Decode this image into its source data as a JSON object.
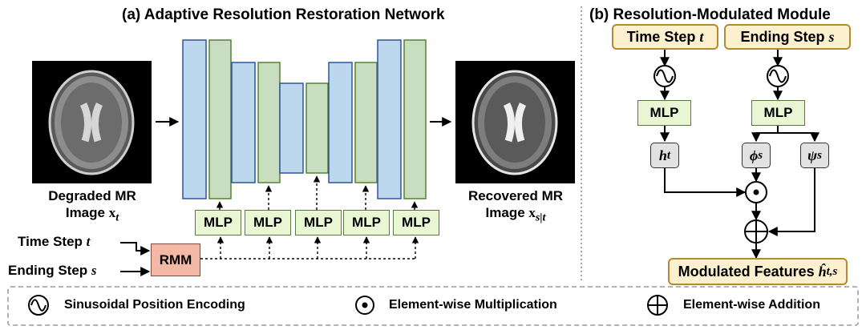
{
  "left": {
    "title": "(a) Adaptive Resolution Restoration Network",
    "input_caption_line1": "Degraded MR",
    "input_caption_line2": "Image",
    "input_var": "x",
    "input_sub": "t",
    "output_caption_line1": "Recovered MR",
    "output_caption_line2": "Image",
    "output_var": "x",
    "output_sub": "s|t",
    "mlp_labels": [
      "MLP",
      "MLP",
      "MLP",
      "MLP",
      "MLP"
    ],
    "time_step_label": "Time Step",
    "time_step_var": "t",
    "ending_step_label": "Ending Step",
    "ending_step_var": "s",
    "rmm_label": "RMM"
  },
  "right": {
    "title": "(b) Resolution-Modulated Module",
    "time_box_label": "Time Step",
    "time_box_var": "t",
    "ending_box_label": "Ending Step",
    "ending_box_var": "s",
    "mlp_left": "MLP",
    "mlp_right": "MLP",
    "h_var": "h",
    "h_sub": "t",
    "phi_var": "ϕ",
    "phi_sub": "s",
    "psi_var": "ψ",
    "psi_sub": "s",
    "mult_symbol": "⊙",
    "add_symbol": "⊕",
    "output_label": "Modulated Features",
    "output_var": "ĥ",
    "output_sub": "t,s"
  },
  "legend": {
    "items": [
      {
        "icon": "sinusoidal-icon",
        "label": "Sinusoidal Position Encoding"
      },
      {
        "icon": "element-multiply-icon",
        "label": "Element-wise Multiplication"
      },
      {
        "icon": "element-add-icon",
        "label": "Element-wise Addition"
      }
    ]
  },
  "colors": {
    "encoder_block": "#bdd7ee",
    "encoder_border": "#2f5597",
    "decoder_block": "#c9dec0",
    "decoder_border": "#548235",
    "mlp_fill": "#e8f6d4",
    "rmm_fill": "#f4b8a6",
    "rmm_panel_box": "#fdf0cf"
  }
}
